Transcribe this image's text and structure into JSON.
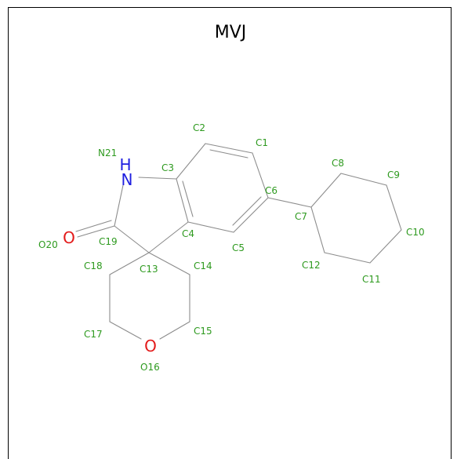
{
  "title": "MVJ",
  "colors": {
    "label": "#2e9a1f",
    "nitrogen": "#1f1fe0",
    "oxygen": "#e31a1a",
    "bond": "#8c8c8c",
    "frame": "#000000"
  },
  "symbols": {
    "n21": "N",
    "n21_h": "H",
    "o20": "O",
    "o16": "O"
  },
  "labels": {
    "c1": "C1",
    "c2": "C2",
    "c3": "C3",
    "c4": "C4",
    "c5": "C5",
    "c6": "C6",
    "c7": "C7",
    "c8": "C8",
    "c9": "C9",
    "c10": "C10",
    "c11": "C11",
    "c12": "C12",
    "c13": "C13",
    "c14": "C14",
    "c15": "C15",
    "o16": "O16",
    "c17": "C17",
    "c18": "C18",
    "c19": "C19",
    "o20": "O20",
    "n21": "N21"
  }
}
